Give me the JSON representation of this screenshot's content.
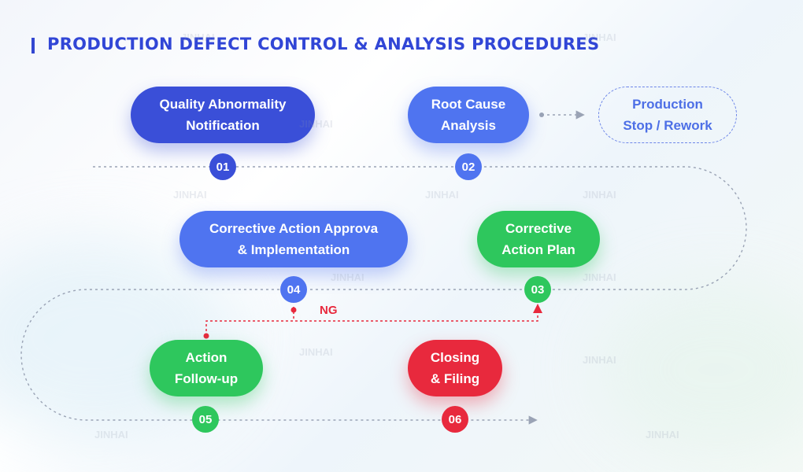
{
  "title": "PRODUCTION DEFECT CONTROL & ANALYSIS PROCEDURES",
  "steps": [
    {
      "label_lines": [
        "Quality Abnormality",
        "Notification"
      ],
      "number": "01",
      "color": "#3a4fd8"
    },
    {
      "label_lines": [
        "Root Cause",
        "Analysis"
      ],
      "number": "02",
      "color": "#4f74f0"
    },
    {
      "label_lines": [
        "Corrective",
        "Action Plan"
      ],
      "number": "03",
      "color": "#2ec75d"
    },
    {
      "label_lines": [
        "Corrective Action Approva",
        "& Implementation"
      ],
      "number": "04",
      "color": "#4f74f0"
    },
    {
      "label_lines": [
        "Action",
        "Follow-up"
      ],
      "number": "05",
      "color": "#2ec75d"
    },
    {
      "label_lines": [
        "Closing",
        "& Filing"
      ],
      "number": "06",
      "color": "#e8293d"
    }
  ],
  "side_box": {
    "label_lines": [
      "Production",
      "Stop / Rework"
    ]
  },
  "ng_label": "NG",
  "watermark": "JINHAI",
  "colors": {
    "title": "#3146d6",
    "blue_dark": "#3a4fd8",
    "blue": "#4f74f0",
    "green": "#2ec75d",
    "red": "#e8293d",
    "connector": "#9aa3b5"
  }
}
